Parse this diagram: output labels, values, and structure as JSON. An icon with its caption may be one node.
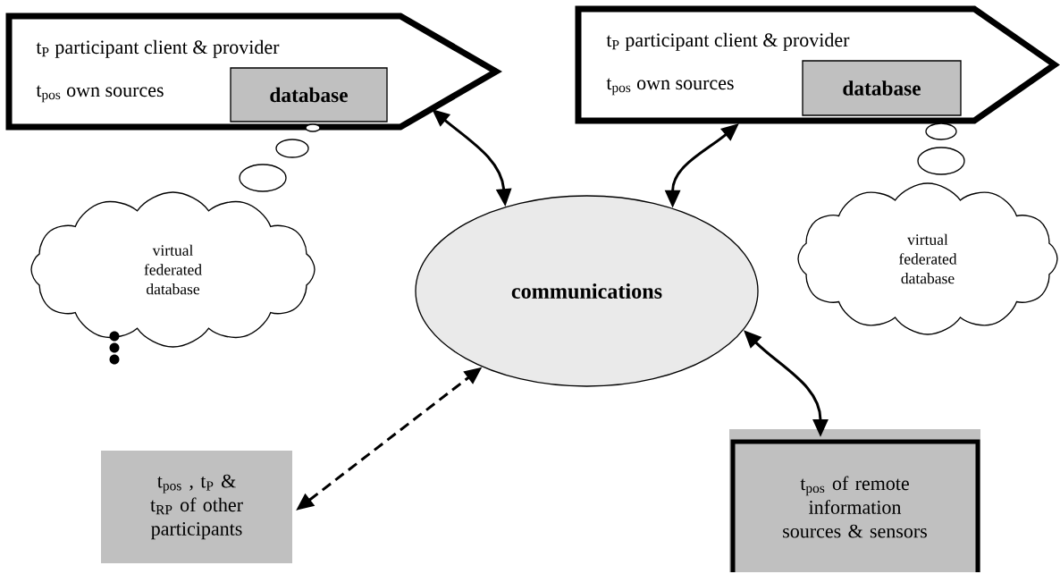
{
  "diagram": {
    "nodes": [
      {
        "text": [
          "t$_{P}$ participant client & provider",
          "t$_{pos}$ own sources"
        ]
      },
      {
        "text": [
          "database"
        ],
        "in": 0
      },
      {
        "text": [
          "t$_{P}$ participant client & provider",
          "t$_{pos}$ own sources"
        ]
      },
      {
        "text": [
          "database"
        ],
        "in": 2
      },
      {
        "text": [
          "virtual federated database"
        ]
      },
      {
        "text": [
          "virtual federated database"
        ]
      },
      {
        "text": [
          "communications"
        ]
      },
      {
        "text": [
          "t$_{pos}$ , t$_{P}$ & t$_{RP}$ of other participants"
        ]
      },
      {
        "text": [
          "t$_{pos}$ of remote information sources & sensors"
        ]
      }
    ],
    "edges": [
      {
        "from": 0,
        "to": 6,
        "arrow": "both"
      },
      {
        "from": 2,
        "to": 6,
        "arrow": "both"
      },
      {
        "from": 7,
        "to": 6,
        "arrow": "both",
        "style": "dashed"
      },
      {
        "from": 8,
        "to": 6,
        "arrow": "both"
      }
    ]
  }
}
